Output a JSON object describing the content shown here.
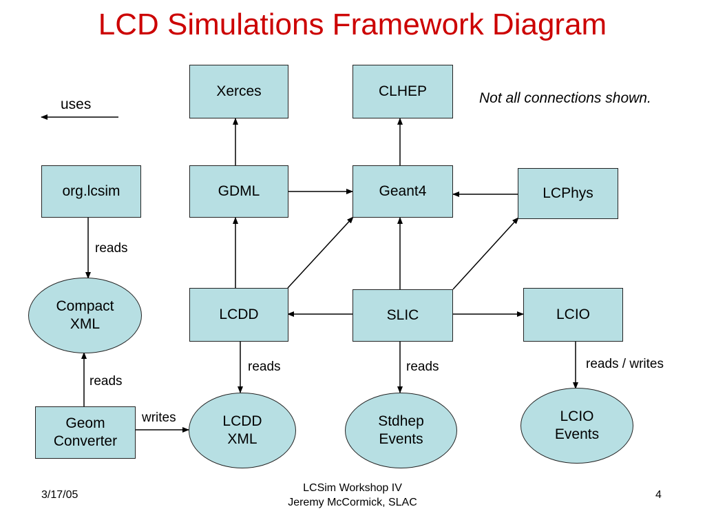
{
  "title": "LCD Simulations Framework Diagram",
  "note": "Not all connections shown.",
  "legend": {
    "label": "uses"
  },
  "nodes": {
    "xerces": "Xerces",
    "clhep": "CLHEP",
    "orglcsim": "org.lcsim",
    "gdml": "GDML",
    "geant4": "Geant4",
    "lcphys": "LCPhys",
    "compact": [
      "Compact",
      "XML"
    ],
    "lcdd": "LCDD",
    "slic": "SLIC",
    "lcio": "LCIO",
    "geomconv": [
      "Geom",
      "Converter"
    ],
    "lcddxml": [
      "LCDD",
      "XML"
    ],
    "stdhep": [
      "Stdhep",
      "Events"
    ],
    "lcioevents": [
      "LCIO",
      "Events"
    ]
  },
  "edge_labels": {
    "orglcsim_reads": "reads",
    "geom_reads": "reads",
    "geom_writes": "writes",
    "lcdd_reads": "reads",
    "slic_reads": "reads",
    "lcio_readswrites": "reads / writes"
  },
  "footer": {
    "date": "3/17/05",
    "center_line1": "LCSim Workshop IV",
    "center_line2": "Jeremy McCormick, SLAC",
    "page": "4"
  },
  "colors": {
    "title": "#cc0000",
    "node_fill": "#b7dfe3"
  }
}
